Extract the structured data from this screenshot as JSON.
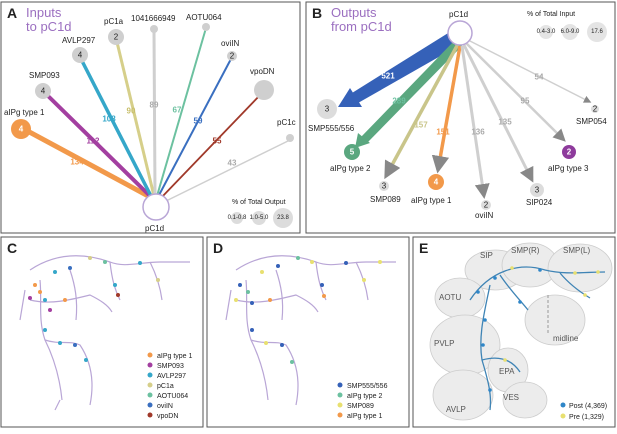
{
  "panelA": {
    "letter": "A",
    "title_line1": "Inputs",
    "title_line2": "to pC1d",
    "center_label": "pC1d",
    "nodes": [
      {
        "name": "aIPg type 1",
        "count": "4",
        "weight": "134"
      },
      {
        "name": "SMP093",
        "count": "4",
        "weight": "112"
      },
      {
        "name": "AVLP297",
        "count": "4",
        "weight": "108"
      },
      {
        "name": "pC1a",
        "count": "2",
        "weight": "90"
      },
      {
        "name": "1041666949",
        "count": "",
        "weight": "89"
      },
      {
        "name": "AOTU064",
        "count": "",
        "weight": "67"
      },
      {
        "name": "oviIN",
        "count": "2",
        "weight": "59"
      },
      {
        "name": "vpoDN",
        "count": "",
        "weight": "55"
      },
      {
        "name": "pC1c",
        "count": "",
        "weight": "43"
      }
    ],
    "legend_title": "% of Total Output",
    "legend_items": [
      "0.1-0.8",
      "1.0-5.0",
      "23.8"
    ]
  },
  "panelB": {
    "letter": "B",
    "title_line1": "Outputs",
    "title_line2": "from pC1d",
    "center_label": "pC1d",
    "nodes": [
      {
        "name": "SMP555/556",
        "count": "3",
        "weight": "521"
      },
      {
        "name": "aIPg type 2",
        "count": "5",
        "weight": "289"
      },
      {
        "name": "SMP089",
        "count": "3",
        "weight": "157"
      },
      {
        "name": "aIPg type 1",
        "count": "4",
        "weight": "151"
      },
      {
        "name": "oviIN",
        "count": "2",
        "weight": "136"
      },
      {
        "name": "SIP024",
        "count": "3",
        "weight": "135"
      },
      {
        "name": "aIPg type 3",
        "count": "2",
        "weight": "95"
      },
      {
        "name": "SMP054",
        "count": "2",
        "weight": "54"
      }
    ],
    "legend_title": "% of Total Input",
    "legend_items": [
      "0.4-3.0",
      "6.0-9.0",
      "17.6"
    ]
  },
  "panelC": {
    "letter": "C",
    "legend": [
      {
        "label": "aIPg type 1",
        "color": "#f2994a"
      },
      {
        "label": "SMP093",
        "color": "#a33fa0"
      },
      {
        "label": "AVLP297",
        "color": "#35a7c9"
      },
      {
        "label": "pC1a",
        "color": "#d6cf8a"
      },
      {
        "label": "AOTU064",
        "color": "#6cc1a0"
      },
      {
        "label": "oviIN",
        "color": "#3a6fc0"
      },
      {
        "label": "vpoDN",
        "color": "#a0392a"
      }
    ]
  },
  "panelD": {
    "letter": "D",
    "legend": [
      {
        "label": "SMP555/556",
        "color": "#3561b8"
      },
      {
        "label": "aIPg type 2",
        "color": "#6cc1a0"
      },
      {
        "label": "SMP089",
        "color": "#e8e070"
      },
      {
        "label": "aIPg type 1",
        "color": "#f2994a"
      }
    ]
  },
  "panelE": {
    "letter": "E",
    "regions": [
      "SIP",
      "SMP(R)",
      "SMP(L)",
      "AOTU",
      "PVLP",
      "EPA",
      "VES",
      "AVLP",
      "midline"
    ],
    "legend": [
      {
        "label": "Post (4,369)",
        "color": "#2f86c8"
      },
      {
        "label": "Pre (1,329)",
        "color": "#e8e070"
      }
    ]
  },
  "colors": {
    "accent_title": "#9b6fc0",
    "neuron": "#b9a6d6"
  }
}
